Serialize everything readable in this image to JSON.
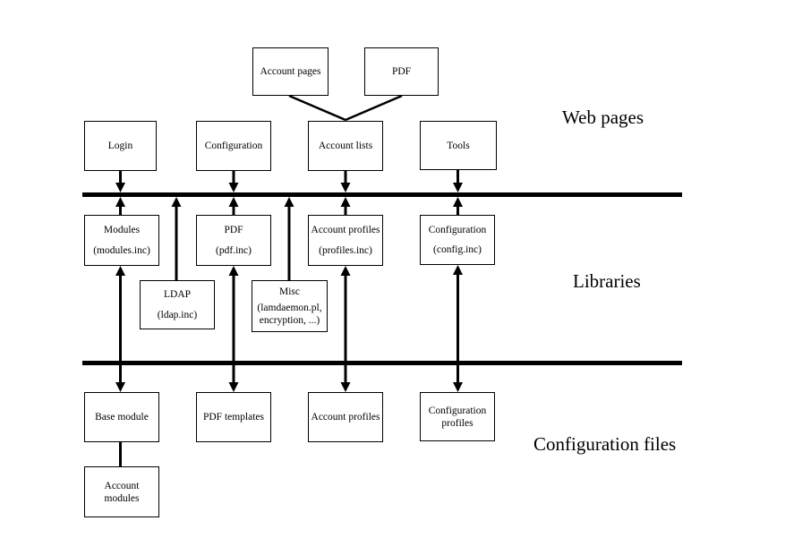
{
  "sections": {
    "web_pages": "Web pages",
    "libraries": "Libraries",
    "configuration_files": "Configuration files"
  },
  "nodes": {
    "account_pages": {
      "label": "Account pages"
    },
    "pdf_page": {
      "label": "PDF"
    },
    "login": {
      "label": "Login"
    },
    "configuration_page": {
      "label": "Configuration"
    },
    "account_lists": {
      "label": "Account lists"
    },
    "tools": {
      "label": "Tools"
    },
    "modules_library": {
      "label": "Modules",
      "file": "(modules.inc)"
    },
    "pdf_library": {
      "label": "PDF",
      "file": "(pdf.inc)"
    },
    "account_profiles_library": {
      "label": "Account profiles",
      "file": "(profiles.inc)"
    },
    "configuration_library": {
      "label": "Configuration",
      "file": "(config.inc)"
    },
    "ldap_library": {
      "label": "LDAP",
      "file": "(ldap.inc)"
    },
    "misc_library": {
      "label": "Misc",
      "file": "(lamdaemon.pl, encryption, ...)"
    },
    "base_module": {
      "label": "Base module"
    },
    "pdf_templates": {
      "label": "PDF templates"
    },
    "account_profiles_files": {
      "label": "Account profiles"
    },
    "configuration_profiles": {
      "label": "Configuration profiles"
    },
    "account_modules": {
      "label": "Account modules"
    }
  },
  "colors": {
    "foreground": "#000000",
    "background": "#ffffff"
  }
}
